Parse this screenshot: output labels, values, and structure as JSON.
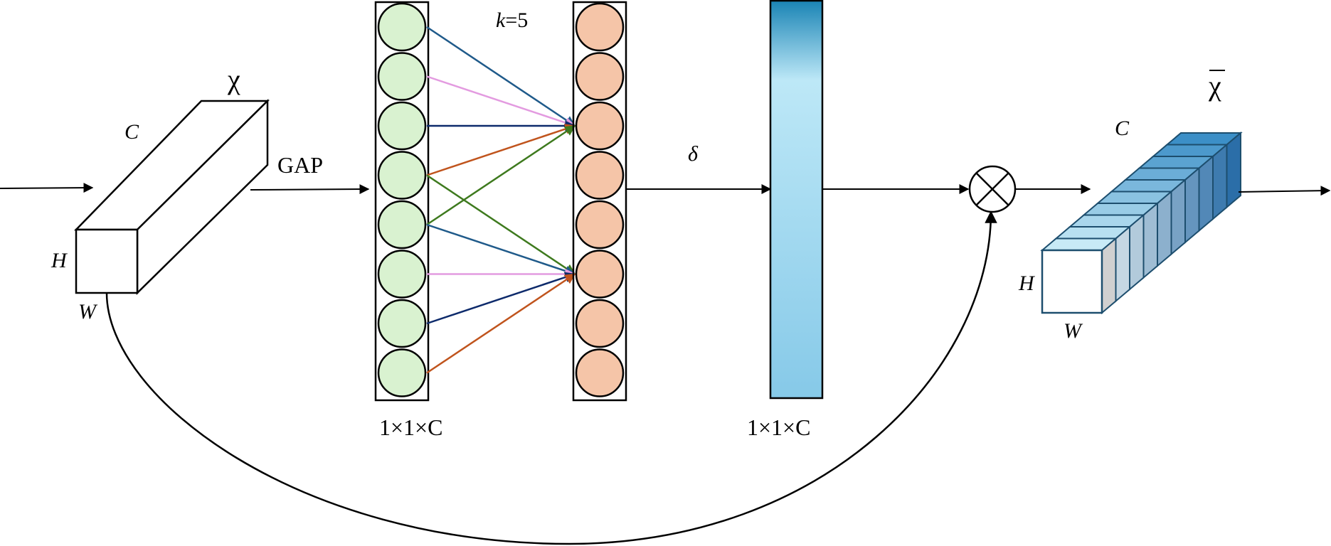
{
  "labels": {
    "input_symbol": "χ",
    "input_c": "C",
    "input_h": "H",
    "input_w": "W",
    "gap": "GAP",
    "kernel": "k=5",
    "green_dim": "1×1×C",
    "delta": "δ",
    "weights_dim": "1×1×C",
    "output_symbol": "χ",
    "output_c": "C",
    "output_h": "H",
    "output_w": "W"
  },
  "colors": {
    "green_node": "#d9f2d0",
    "orange_node": "#f5c5a8",
    "weight_bar_top": "#1a84b5",
    "weight_bar_light": "#bde8f7",
    "weight_bar_bottom": "#86c9e8",
    "arrow_blue": "#1f5a8a",
    "arrow_pink": "#e39be0",
    "arrow_navy": "#0d2a6b",
    "arrow_orange": "#c0541d",
    "arrow_green": "#3e7a1e",
    "slice_light": "#c8eaf6",
    "slice_mid": "#7cc7e6",
    "slice_dark": "#3c8fc7",
    "slice_side": "#2b6ea8"
  },
  "node_count": 8,
  "connections": [
    {
      "from": 1,
      "to": 3,
      "color": "arrow_blue"
    },
    {
      "from": 2,
      "to": 3,
      "color": "arrow_pink"
    },
    {
      "from": 3,
      "to": 3,
      "color": "arrow_navy"
    },
    {
      "from": 4,
      "to": 3,
      "color": "arrow_orange"
    },
    {
      "from": 5,
      "to": 3,
      "color": "arrow_green"
    },
    {
      "from": 4,
      "to": 6,
      "color": "arrow_green"
    },
    {
      "from": 5,
      "to": 6,
      "color": "arrow_blue"
    },
    {
      "from": 6,
      "to": 6,
      "color": "arrow_pink"
    },
    {
      "from": 7,
      "to": 6,
      "color": "arrow_navy"
    },
    {
      "from": 8,
      "to": 6,
      "color": "arrow_orange"
    }
  ]
}
